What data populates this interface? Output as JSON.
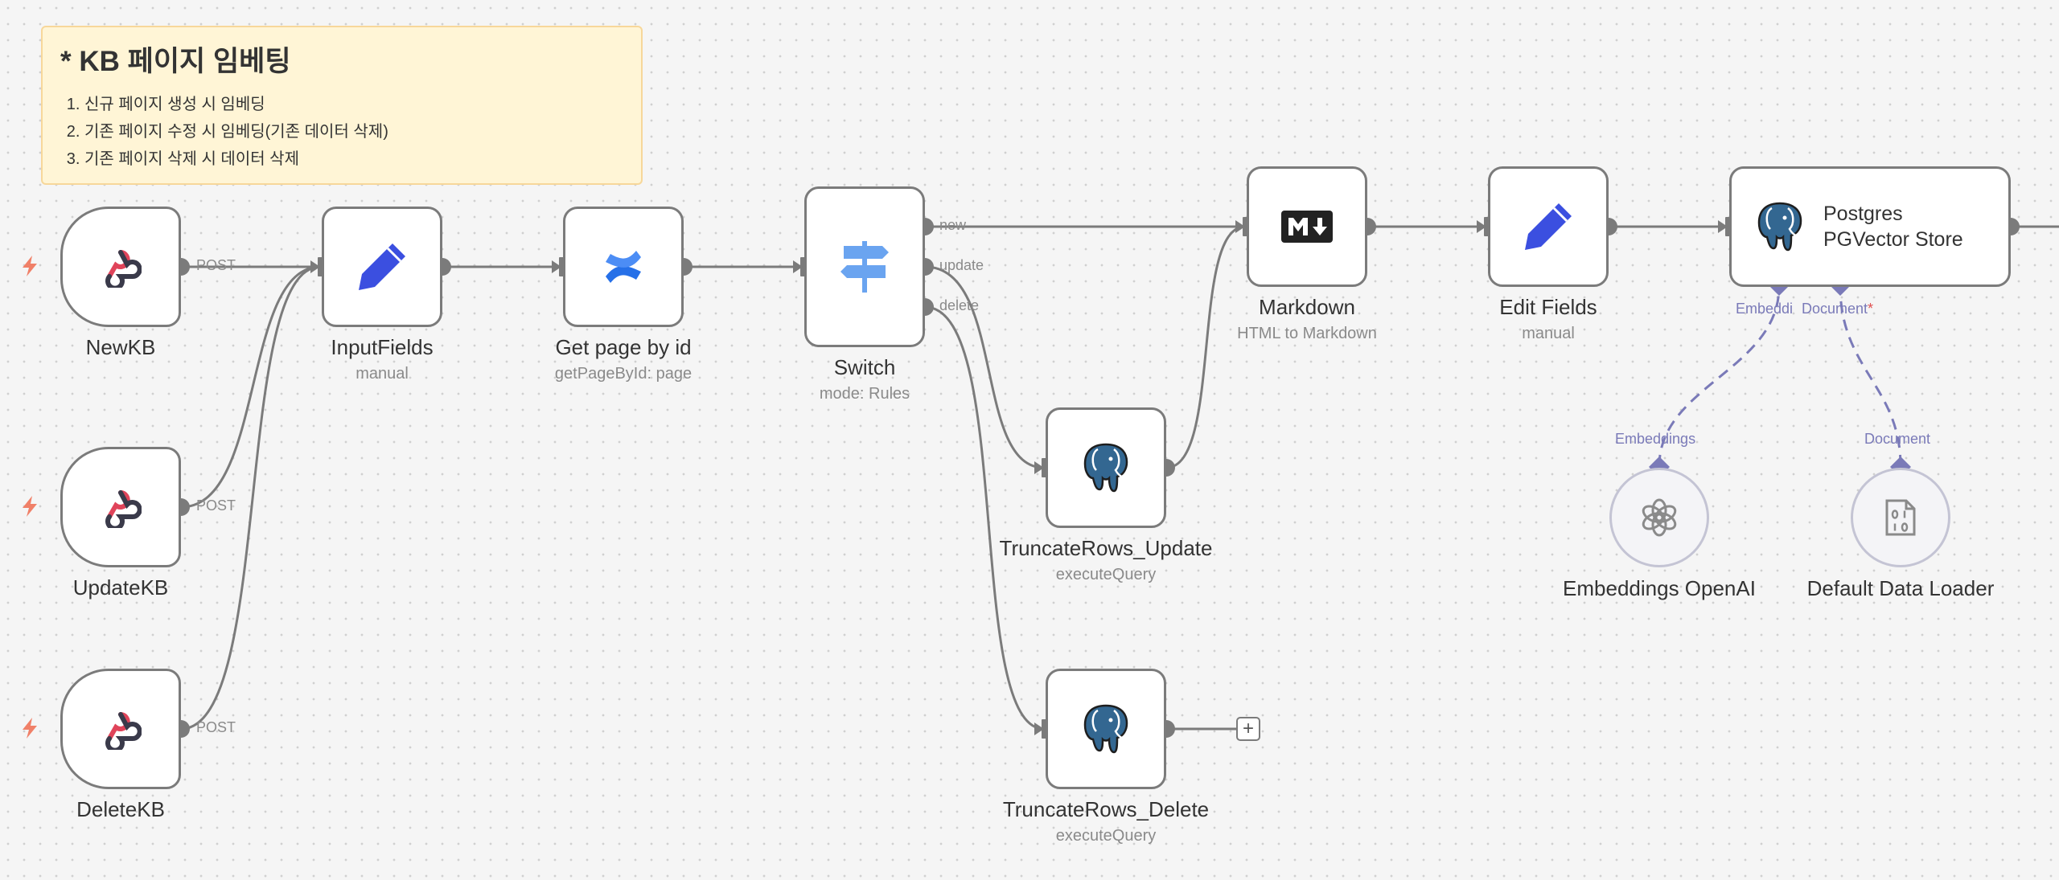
{
  "sticky_note": {
    "title": "* KB 페이지 임베팅",
    "items": [
      "신규 페이지 생성 시 임베딩",
      "기존 페이지 수정 시 임베딩(기존 데이터 삭제)",
      "기존 페이지 삭제 시 데이터 삭제"
    ]
  },
  "nodes": {
    "newkb": {
      "name": "NewKB",
      "port": "POST"
    },
    "updatekb": {
      "name": "UpdateKB",
      "port": "POST"
    },
    "deletekb": {
      "name": "DeleteKB",
      "port": "POST"
    },
    "inputfields": {
      "name": "InputFields",
      "subtitle": "manual"
    },
    "getpage": {
      "name": "Get page by id",
      "subtitle": "getPageById: page"
    },
    "switch": {
      "name": "Switch",
      "subtitle": "mode: Rules",
      "outputs": [
        "new",
        "update",
        "delete"
      ]
    },
    "truncate_update": {
      "name": "TruncateRows_Update",
      "subtitle": "executeQuery"
    },
    "truncate_delete": {
      "name": "TruncateRows_Delete",
      "subtitle": "executeQuery"
    },
    "markdown": {
      "name": "Markdown",
      "subtitle": "HTML to Markdown"
    },
    "editfields": {
      "name": "Edit Fields",
      "subtitle": "manual"
    },
    "pgvector": {
      "name_line1": "Postgres",
      "name_line2": "PGVector Store",
      "inputs": {
        "embeddings": "Embeddi",
        "document": "Document",
        "required_mark": "*"
      }
    },
    "embeddings_openai": {
      "name": "Embeddings OpenAI",
      "output": "Embeddings"
    },
    "data_loader": {
      "name": "Default Data Loader",
      "output": "Document"
    }
  },
  "colors": {
    "edge": "#7b7b7b",
    "sub_edge": "#7a7ab8",
    "webhook_red": "#e0445a",
    "confluence_blue": "#2670e8",
    "pencil_blue": "#3b4fe0",
    "switch_blue": "#6aa4f0",
    "postgres_blue": "#336791",
    "trigger_bolt": "#f08068"
  },
  "icons": {
    "webhook": "webhook-icon",
    "pencil": "pencil-icon",
    "confluence": "confluence-icon",
    "switch": "signpost-icon",
    "postgres": "postgres-elephant-icon",
    "markdown": "markdown-icon",
    "openai": "openai-icon",
    "document": "binary-document-icon",
    "add": "plus-icon"
  }
}
